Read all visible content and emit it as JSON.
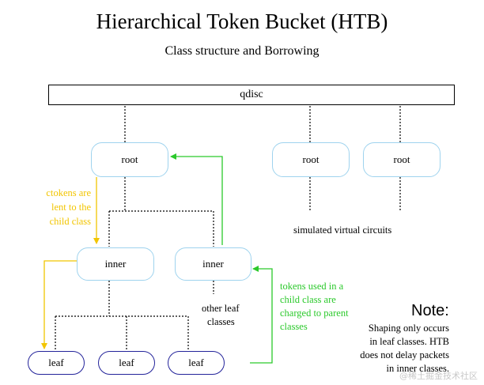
{
  "title": "Hierarchical Token Bucket (HTB)",
  "subtitle": "Class structure and Borrowing",
  "nodes": {
    "qdisc": "qdisc",
    "root_main": "root",
    "root_2": "root",
    "root_3": "root",
    "inner_left": "inner",
    "inner_right": "inner",
    "leaf_1": "leaf",
    "leaf_2": "leaf",
    "leaf_3": "leaf"
  },
  "labels": {
    "simulated_virtual_circuits": "simulated virtual circuits",
    "other_leaf_line1": "other leaf",
    "other_leaf_line2": "classes"
  },
  "annotations": {
    "lend_line1": "ctokens are",
    "lend_line2": "lent to the",
    "lend_line3": "child class",
    "charge_line1": "tokens used in a",
    "charge_line2": "child class are",
    "charge_line3": "charged to parent",
    "charge_line4": "classes"
  },
  "note": {
    "title": "Note:",
    "line1": "Shaping only occurs",
    "line2": "in leaf classes. HTB",
    "line3": "does not delay packets",
    "line4": "in inner classes."
  },
  "watermark": "@稀土掘金技术社区",
  "colors": {
    "class_border": "#9fd3ee",
    "leaf_border": "#23239a",
    "lend_arrow": "#f2c500",
    "charge_arrow": "#2bc92b"
  }
}
